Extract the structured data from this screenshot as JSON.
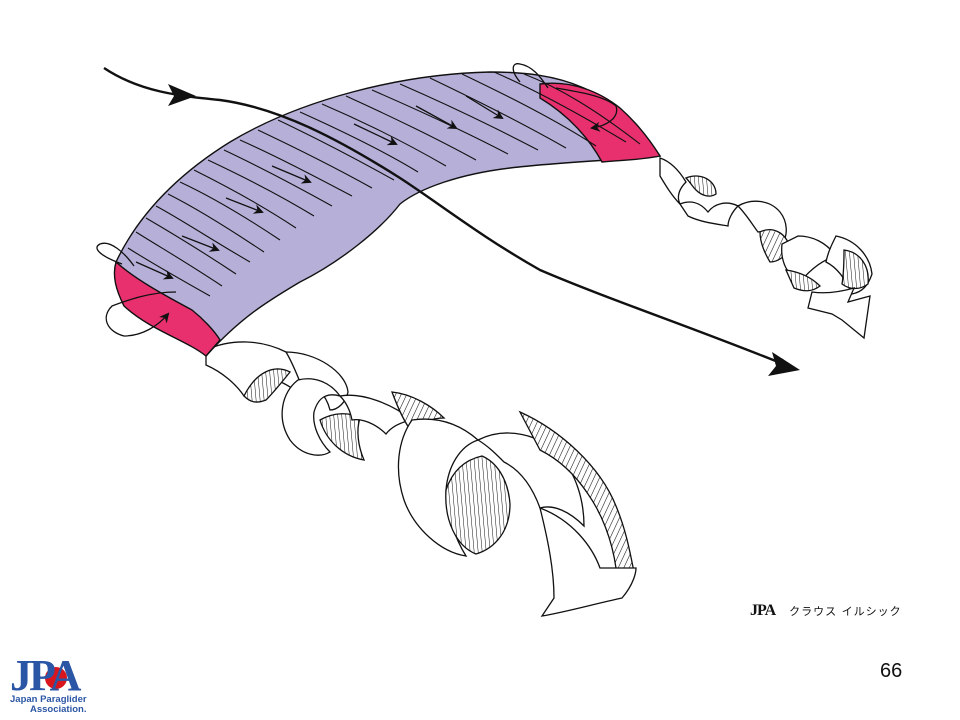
{
  "colors": {
    "canopy_fill": "#b6b0d9",
    "wingtip_fill": "#e8306f",
    "stroke": "#111111",
    "logo_blue": "#2b56a5",
    "logo_red": "#d9151d"
  },
  "footer": {
    "credit_mark": "JPA",
    "credit_author": "クラウス イルシック",
    "page_number": "66"
  },
  "logo": {
    "mark": "JPA",
    "line1": "Japan Paraglider",
    "line2": "Association."
  }
}
